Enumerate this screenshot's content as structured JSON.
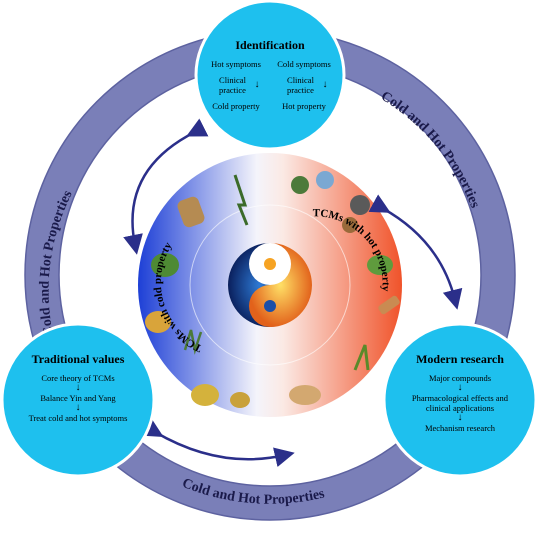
{
  "ring": {
    "label_left": "Cold and Hot Properties",
    "label_right": "Cold and Hot Properties",
    "label_bottom": "Cold and Hot Properties"
  },
  "center": {
    "cold_label": "TCMs with cold property",
    "hot_label": "TCMs with hot property"
  },
  "identification": {
    "title": "Identification",
    "left_col": [
      "Hot symptoms",
      "Clinical practice",
      "Cold property"
    ],
    "right_col": [
      "Cold symptoms",
      "Clinical practice",
      "Hot property"
    ]
  },
  "traditional": {
    "title": "Traditional values",
    "items": [
      "Core theory of TCMs",
      "Balance Yin and Yang",
      "Treat cold and hot symptoms"
    ]
  },
  "modern": {
    "title": "Modern research",
    "items": [
      "Major compounds",
      "Pharmacological effects and clinical applications",
      "Mechanism research"
    ]
  },
  "colors": {
    "ring": "#7a7fb8",
    "circle": "#1ec0ee",
    "cold": "#1d3fd6",
    "hot": "#f0532a",
    "arrow": "#2b2f8a"
  }
}
